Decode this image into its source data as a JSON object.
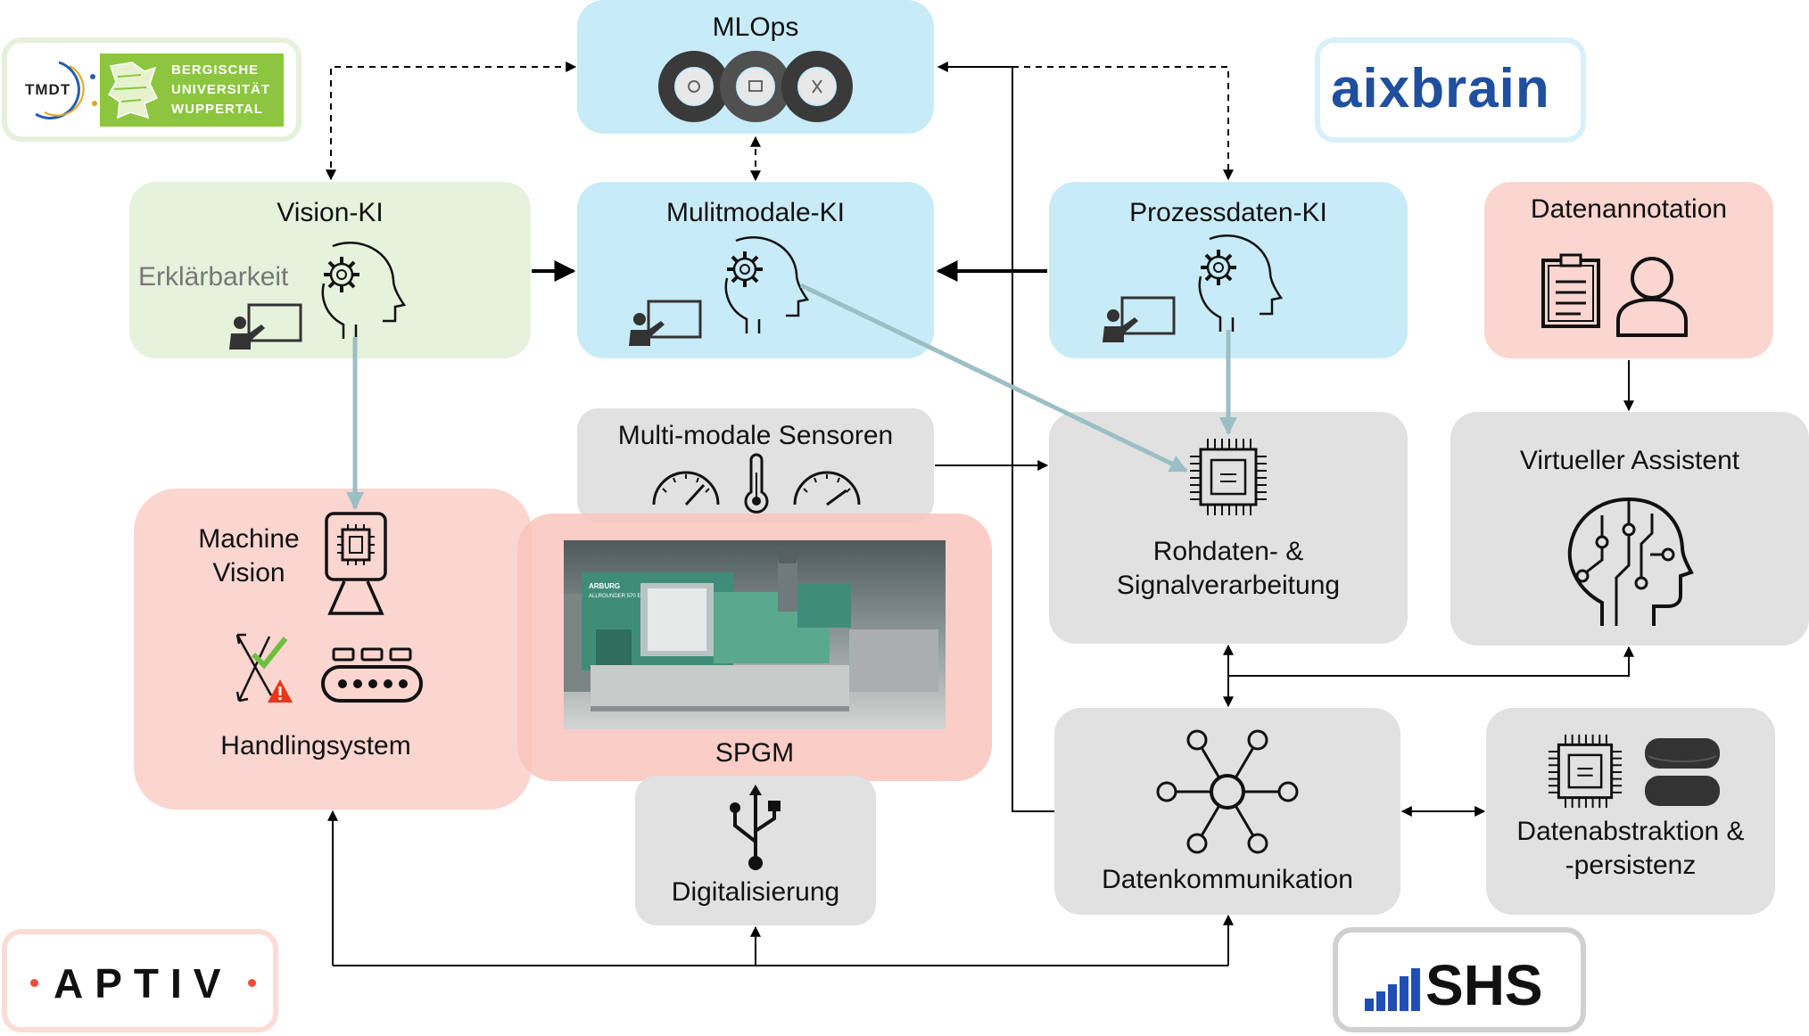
{
  "logos": {
    "tmdt": "TMDT",
    "buw_line1": "BERGISCHE",
    "buw_line2": "UNIVERSITÄT",
    "buw_line3": "WUPPERTAL",
    "aixbrain": "aixbrain",
    "aptiv": "APTIV",
    "shs": "SHS"
  },
  "nodes": {
    "mlops": {
      "title": "MLOps"
    },
    "vision_ki": {
      "title": "Vision-KI",
      "subtitle": "Erklärbarkeit"
    },
    "multimodale_ki": {
      "title": "Mulitmodale-KI"
    },
    "prozessdaten_ki": {
      "title": "Prozessdaten-KI"
    },
    "datenannotation": {
      "title": "Datenannotation"
    },
    "sensoren": {
      "title": "Multi-modale Sensoren"
    },
    "machine_vision": {
      "title_line1": "Machine",
      "title_line2": "Vision"
    },
    "handlingsystem": {
      "title": "Handlingsystem"
    },
    "spgm": {
      "title": "SPGM",
      "machine_text": "ALLROUNDER 570 E"
    },
    "rohdaten": {
      "title_line1": "Rohdaten- &",
      "title_line2": "Signalverarbeitung"
    },
    "assistent": {
      "title": "Virtueller Assistent"
    },
    "digitalisierung": {
      "title": "Digitalisierung"
    },
    "datenkommunikation": {
      "title": "Datenkommunikation"
    },
    "datenabstraktion": {
      "title_line1": "Datenabstraktion &",
      "title_line2": "-persistenz"
    }
  },
  "colors": {
    "blue_box": "#c8ebf8",
    "green_box": "#e6f2dc",
    "red_box": "#fbd5cf",
    "gray_box": "#e1e1e1",
    "teal_arrow": "#9bbfc4",
    "buw_green": "#8cc63f",
    "aixbrain_blue": "#1f4f9e",
    "shs_blue": "#1f4fb5",
    "aptiv_red": "#f04e37"
  },
  "icons": [
    "mlops-cycle-icon",
    "ai-head-gear-icon",
    "presentation-icon",
    "clipboard-icon",
    "user-icon",
    "gauge-icon",
    "thermometer-icon",
    "cpu-icon",
    "brain-circuit-icon",
    "camera-chip-icon",
    "sorting-icon",
    "warning-icon",
    "conveyor-icon",
    "usb-icon",
    "network-hub-icon",
    "database-icon"
  ]
}
